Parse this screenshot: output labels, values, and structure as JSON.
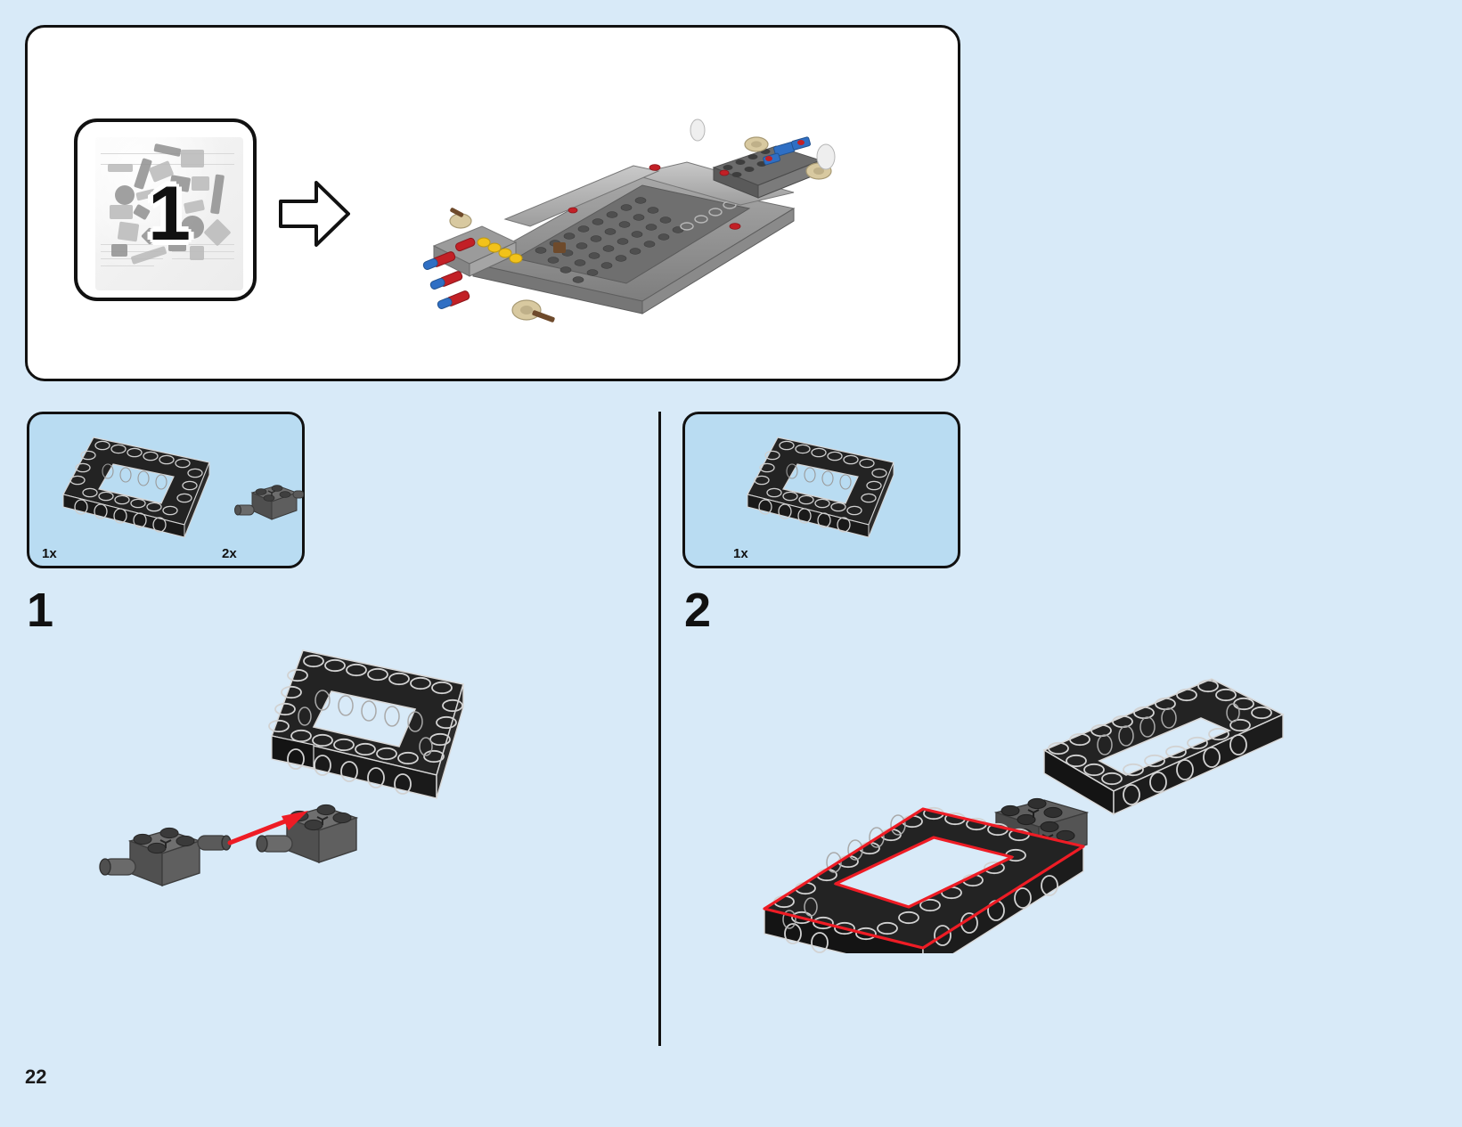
{
  "page": {
    "number": "22",
    "background_color": "#d8eaf8"
  },
  "hero_panel": {
    "bag_number": "1",
    "bag_icon_name": "parts-bag-photo",
    "arrow_icon_name": "right-arrow-icon",
    "model_icon_name": "assembled-chassis-model"
  },
  "colors": {
    "page_bg": "#d8eaf8",
    "panel_bg": "#ffffff",
    "callout_bg": "#b9dcf2",
    "outline": "#111111",
    "highlight_red": "#ee1c25",
    "brick_black": "#1c1c1c",
    "brick_dark_gray": "#575757",
    "brick_light_gray": "#9a9a9a"
  },
  "steps": [
    {
      "number": "1",
      "parts": [
        {
          "quantity": "1x",
          "part_name": "technic-brick-6x8-open-center-black"
        },
        {
          "quantity": "2x",
          "part_name": "technic-brick-2x2-with-pin-dark-gray"
        }
      ]
    },
    {
      "number": "2",
      "parts": [
        {
          "quantity": "1x",
          "part_name": "technic-brick-6x8-open-center-black"
        }
      ]
    }
  ]
}
